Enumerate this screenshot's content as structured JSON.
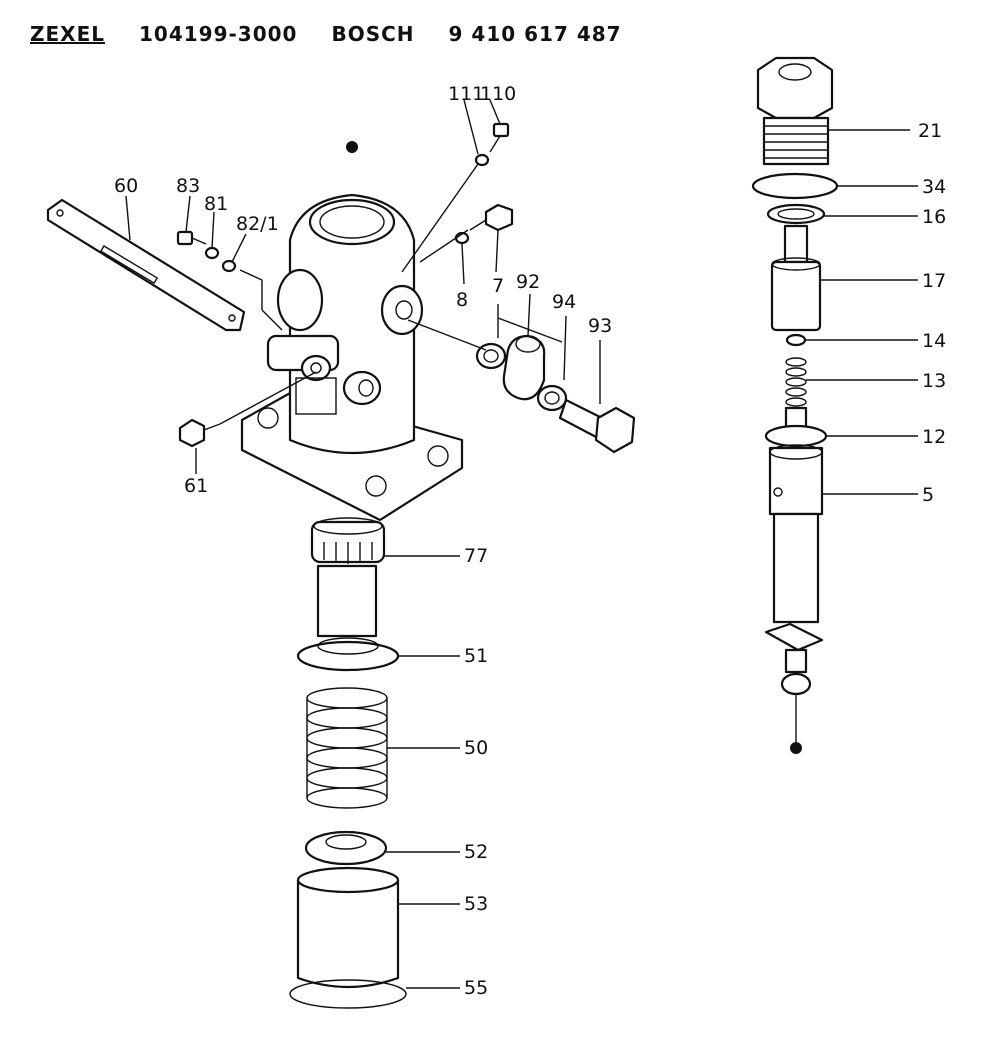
{
  "header": {
    "brand1": "ZEXEL",
    "part_no1": "104199-3000",
    "brand2": "BOSCH",
    "part_no2": "9 410 617 487"
  },
  "callouts": {
    "c111": "111",
    "c110": "110",
    "c60": "60",
    "c83": "83",
    "c81": "81",
    "c82": "82/1",
    "c7": "7",
    "c8": "8",
    "c92": "92",
    "c94": "94",
    "c93": "93",
    "c61": "61",
    "c77": "77",
    "c51": "51",
    "c50": "50",
    "c52": "52",
    "c53": "53",
    "c55": "55",
    "c21": "21",
    "c34": "34",
    "c16": "16",
    "c17": "17",
    "c14": "14",
    "c13": "13",
    "c12": "12",
    "c5": "5"
  },
  "colors": {
    "ink": "#111111",
    "paper": "#ffffff"
  }
}
